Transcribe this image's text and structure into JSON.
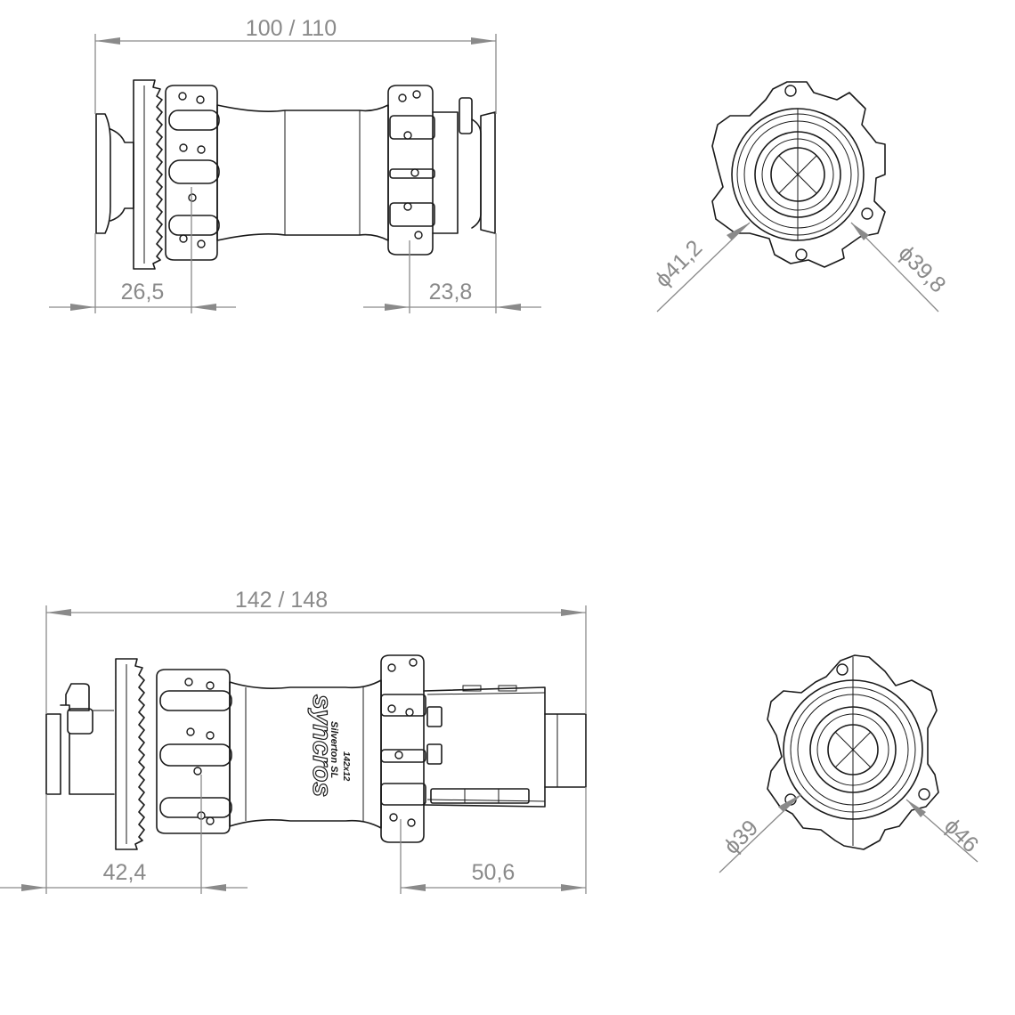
{
  "dimensions": {
    "front_hub": {
      "overall_width": "100 / 110",
      "left_flange_offset": "26,5",
      "right_flange_offset": "23,8"
    },
    "front_end_view": {
      "diameter_left": "ϕ41,2",
      "diameter_right": "ϕ39,8"
    },
    "rear_hub": {
      "overall_width": "142 / 148",
      "left_flange_offset": "42,4",
      "right_flange_offset": "50,6"
    },
    "rear_end_view": {
      "diameter_left": "ϕ39",
      "diameter_right": "ϕ46"
    }
  },
  "hub_markings": {
    "brand": "syncros",
    "model": "Silverton SL",
    "spec": "142x12"
  },
  "colors": {
    "dimension": "#8a8a8a",
    "outline": "#1a1a1a"
  }
}
